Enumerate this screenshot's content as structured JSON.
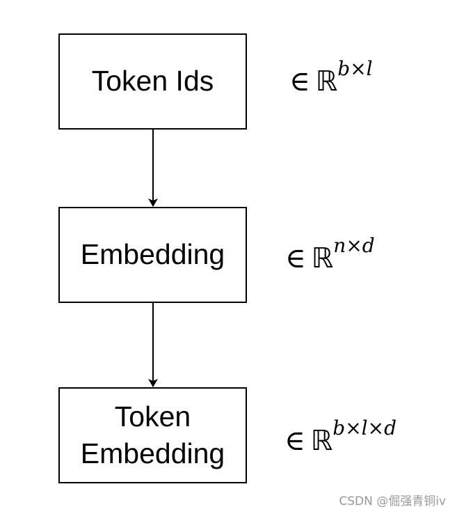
{
  "boxes": {
    "b1": {
      "label": "Token Ids"
    },
    "b2": {
      "label": "Embedding"
    },
    "b3": {
      "line1": "Token",
      "line2": "Embedding"
    }
  },
  "math": {
    "m1": {
      "elem": "∈",
      "set": "ℝ",
      "sup": "b×l"
    },
    "m2": {
      "elem": "∈",
      "set": "ℝ",
      "sup": "n×d"
    },
    "m3": {
      "elem": "∈",
      "set": "ℝ",
      "sup": "b×l×d"
    }
  },
  "watermark": "CSDN @倔强青铜iv"
}
